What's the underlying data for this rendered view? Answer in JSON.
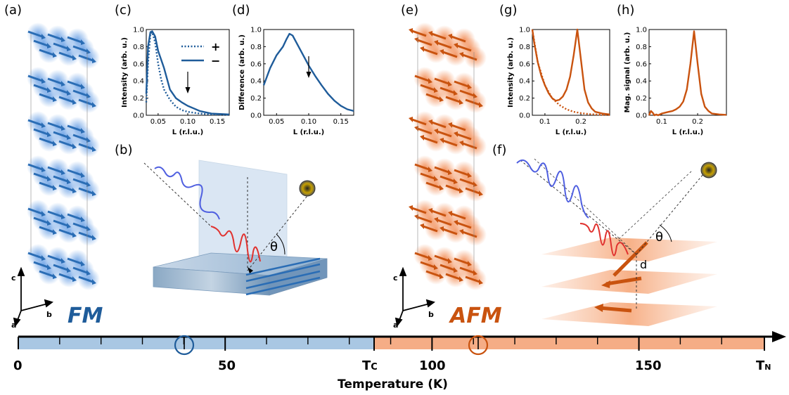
{
  "panels": {
    "a": "(a)",
    "b": "(b)",
    "c": "(c)",
    "d": "(d)",
    "e": "(e)",
    "f": "(f)",
    "g": "(g)",
    "h": "(h)"
  },
  "phases": {
    "fm": "FM",
    "afm": "AFM"
  },
  "axes_triad": {
    "c": "c",
    "b": "b",
    "a": "a"
  },
  "scattering": {
    "theta": "θ",
    "spacing": "d"
  },
  "temperature_axis": {
    "title": "Temperature (K)",
    "ticks": [
      "0",
      "50",
      "100",
      "150"
    ],
    "tc_main": "T",
    "tc_sub": "C",
    "tn_main": "T",
    "tn_sub": "N",
    "fm_color": "#a9c7e3",
    "afm_color": "#f5ad86"
  },
  "colors": {
    "fm": "#1f5c9a",
    "afm": "#c9530f"
  },
  "chart_data": [
    {
      "panel": "c",
      "type": "line",
      "xlabel": "L (r.l.u.)",
      "ylabel": "Intensity (arb. u.)",
      "xlim": [
        0.03,
        0.17
      ],
      "ylim": [
        0,
        1.0
      ],
      "xticks": [
        "0.05",
        "0.10",
        "0.15"
      ],
      "yticks": [
        "0.0",
        "0.2",
        "0.4",
        "0.6",
        "0.8",
        "1.0"
      ],
      "legend": [
        "+",
        "−"
      ],
      "legend_position": "top-right",
      "series": [
        {
          "name": "+",
          "style": "dotted",
          "x": [
            0.03,
            0.033,
            0.037,
            0.04,
            0.045,
            0.05,
            0.055,
            0.06,
            0.07,
            0.08,
            0.09,
            0.1,
            0.12,
            0.14,
            0.17
          ],
          "y": [
            0.15,
            0.6,
            0.95,
            0.97,
            0.85,
            0.6,
            0.42,
            0.3,
            0.18,
            0.1,
            0.06,
            0.04,
            0.02,
            0.01,
            0.005
          ]
        },
        {
          "name": "−",
          "style": "solid",
          "x": [
            0.03,
            0.033,
            0.037,
            0.04,
            0.045,
            0.05,
            0.06,
            0.07,
            0.08,
            0.09,
            0.1,
            0.11,
            0.12,
            0.14,
            0.17
          ],
          "y": [
            0.25,
            0.8,
            0.97,
            0.98,
            0.92,
            0.75,
            0.55,
            0.3,
            0.2,
            0.15,
            0.11,
            0.08,
            0.05,
            0.02,
            0.01
          ]
        }
      ],
      "arrow_at": 0.1
    },
    {
      "panel": "d",
      "type": "line",
      "xlabel": "L (r.l.u.)",
      "ylabel": "Difference (arb. u.)",
      "xlim": [
        0.03,
        0.17
      ],
      "ylim": [
        0,
        1.0
      ],
      "xticks": [
        "0.05",
        "0.10",
        "0.15"
      ],
      "yticks": [
        "0.0",
        "0.2",
        "0.4",
        "0.6",
        "0.8",
        "1.0"
      ],
      "series": [
        {
          "name": "",
          "x": [
            0.03,
            0.035,
            0.04,
            0.05,
            0.06,
            0.065,
            0.07,
            0.075,
            0.08,
            0.09,
            0.1,
            0.11,
            0.12,
            0.13,
            0.14,
            0.15,
            0.16,
            0.17
          ],
          "y": [
            0.35,
            0.45,
            0.55,
            0.7,
            0.8,
            0.88,
            0.95,
            0.93,
            0.86,
            0.72,
            0.58,
            0.46,
            0.35,
            0.25,
            0.17,
            0.11,
            0.07,
            0.05
          ]
        }
      ],
      "arrow_at": 0.1
    },
    {
      "panel": "g",
      "type": "line",
      "xlabel": "L (r.l.u.)",
      "ylabel": "Intensity (arb. u.)",
      "xlim": [
        0.065,
        0.28
      ],
      "ylim": [
        0,
        1.0
      ],
      "xticks": [
        "0.1",
        "0.2"
      ],
      "yticks": [
        "0.0",
        "0.2",
        "0.4",
        "0.6",
        "0.8",
        "1.0"
      ],
      "series": [
        {
          "name": "",
          "style": "solid",
          "x": [
            0.065,
            0.07,
            0.08,
            0.09,
            0.1,
            0.11,
            0.12,
            0.13,
            0.14,
            0.15,
            0.16,
            0.17,
            0.18,
            0.19,
            0.2,
            0.21,
            0.22,
            0.23,
            0.24,
            0.26,
            0.28
          ],
          "y": [
            1.0,
            0.85,
            0.62,
            0.46,
            0.35,
            0.26,
            0.2,
            0.17,
            0.18,
            0.22,
            0.3,
            0.45,
            0.7,
            1.0,
            0.65,
            0.3,
            0.15,
            0.08,
            0.04,
            0.02,
            0.01
          ]
        },
        {
          "name": "",
          "style": "dotted",
          "x": [
            0.065,
            0.08,
            0.1,
            0.12,
            0.14,
            0.16,
            0.18,
            0.2,
            0.22,
            0.24,
            0.26,
            0.28
          ],
          "y": [
            1.0,
            0.62,
            0.35,
            0.2,
            0.12,
            0.07,
            0.04,
            0.025,
            0.015,
            0.01,
            0.005,
            0.003
          ]
        }
      ]
    },
    {
      "panel": "h",
      "type": "line",
      "xlabel": "L (r.l.u.)",
      "ylabel": "Mag. signal (arb. u.)",
      "xlim": [
        0.065,
        0.28
      ],
      "ylim": [
        0,
        1.0
      ],
      "xticks": [
        "0.1",
        "0.2"
      ],
      "yticks": [
        "0.0",
        "0.2",
        "0.4",
        "0.6",
        "0.8",
        "1.0"
      ],
      "series": [
        {
          "name": "",
          "x": [
            0.065,
            0.07,
            0.075,
            0.08,
            0.085,
            0.09,
            0.1,
            0.11,
            0.12,
            0.13,
            0.14,
            0.15,
            0.16,
            0.17,
            0.18,
            0.19,
            0.2,
            0.21,
            0.22,
            0.23,
            0.24,
            0.26,
            0.28
          ],
          "y": [
            0.0,
            0.05,
            0.03,
            0.0,
            0.01,
            0.0,
            0.02,
            0.03,
            0.04,
            0.05,
            0.07,
            0.1,
            0.16,
            0.3,
            0.6,
            0.98,
            0.6,
            0.25,
            0.1,
            0.05,
            0.02,
            0.01,
            0.005
          ]
        }
      ]
    }
  ]
}
